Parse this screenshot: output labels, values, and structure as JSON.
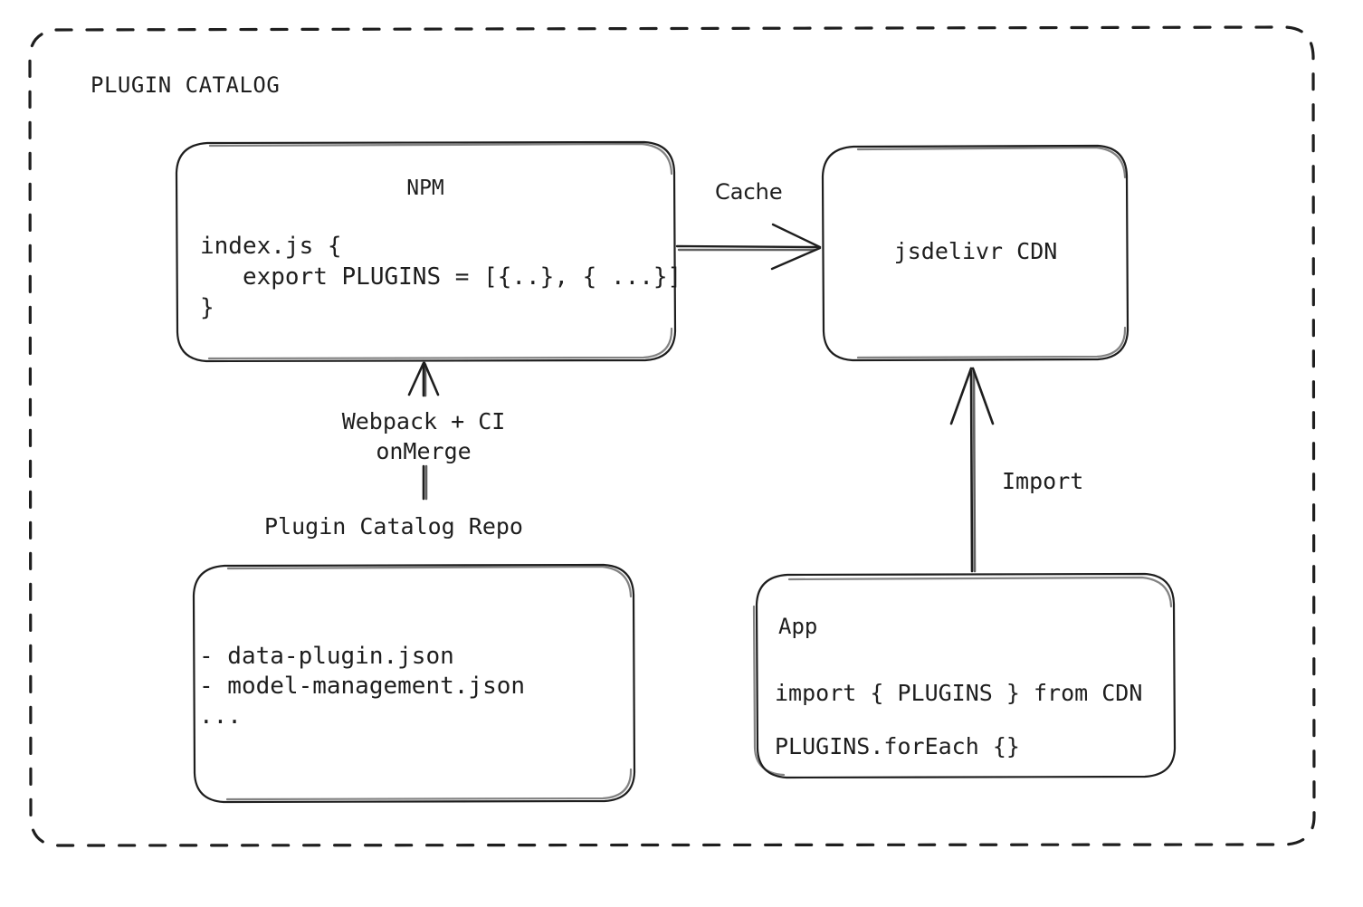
{
  "frame": {
    "title": "PLUGIN CATALOG",
    "border_style": "dashed",
    "stroke_color": "#1e1e1e"
  },
  "nodes": {
    "npm": {
      "title": "NPM",
      "code_lines": [
        "index.js {",
        "   export PLUGINS = [{..}, { ...}]",
        "}"
      ],
      "code_text": "index.js {\n   export PLUGINS = [{..}, { ...}]\n}"
    },
    "cdn": {
      "title": "jsdelivr CDN"
    },
    "repo": {
      "caption": "Plugin Catalog Repo",
      "items": [
        "- data-plugin.json",
        "- model-management.json",
        "..."
      ],
      "items_text": "- data-plugin.json\n- model-management.json\n..."
    },
    "app": {
      "title": "App",
      "code_lines": [
        "import { PLUGINS } from CDN",
        "PLUGINS.forEach {}"
      ],
      "code_text": "import { PLUGINS } from CDN\nPLUGINS.forEach {}"
    }
  },
  "edges": {
    "npm_to_cdn": {
      "label": "Cache",
      "from": "npm",
      "to": "cdn",
      "direction": "right"
    },
    "repo_to_npm": {
      "label": "Webpack + CI\nonMerge",
      "label_line_1": "Webpack + CI",
      "label_line_2": "onMerge",
      "from": "repo",
      "to": "npm",
      "direction": "up"
    },
    "app_to_cdn": {
      "label": "Import",
      "from": "app",
      "to": "cdn",
      "direction": "up"
    }
  },
  "colors": {
    "stroke": "#1e1e1e",
    "text": "#1e1e1e",
    "background": "#ffffff"
  }
}
